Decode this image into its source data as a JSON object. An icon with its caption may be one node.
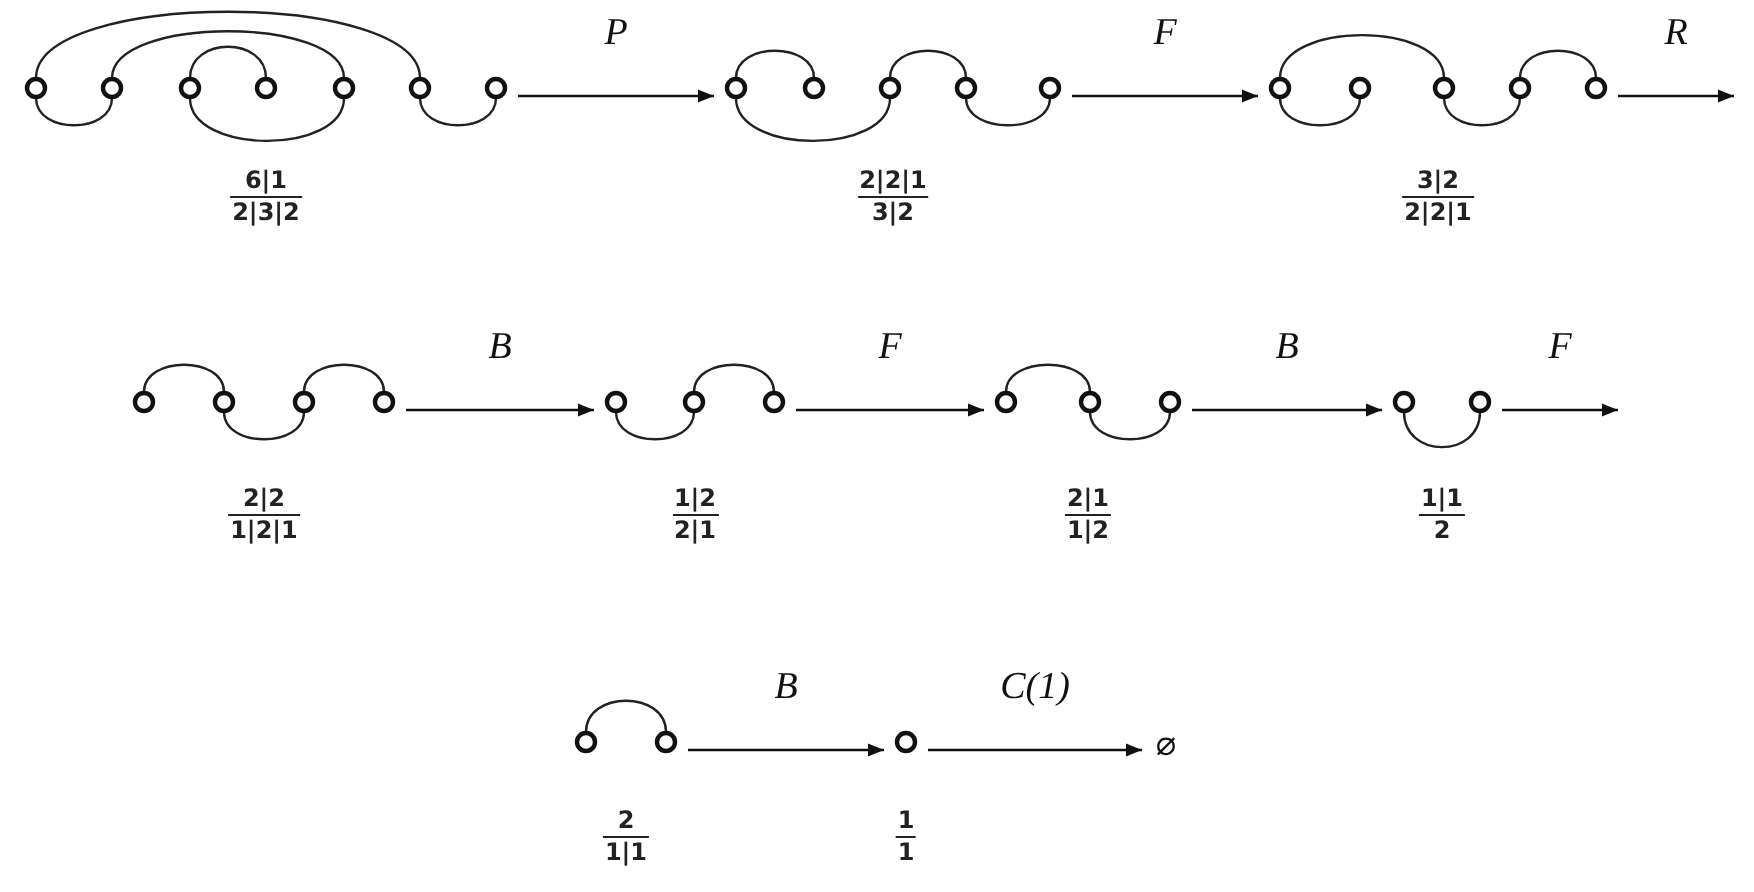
{
  "diagram": {
    "nodes": [
      {
        "text": [],
        "shape": "picture",
        "beside": [
          "6|1",
          "2|3|2"
        ]
      },
      {
        "text": [],
        "shape": "picture",
        "beside": [
          "2|2|1",
          "3|2"
        ]
      },
      {
        "text": [],
        "shape": "picture",
        "beside": [
          "3|2",
          "2|2|1"
        ]
      },
      {
        "text": [],
        "shape": "picture",
        "beside": [
          "2|2",
          "1|2|1"
        ]
      },
      {
        "text": [],
        "shape": "picture",
        "beside": [
          "1|2",
          "2|1"
        ]
      },
      {
        "text": [],
        "shape": "picture",
        "beside": [
          "2|1",
          "1|2"
        ]
      },
      {
        "text": [],
        "shape": "picture",
        "beside": [
          "1|1",
          "2"
        ]
      },
      {
        "text": [],
        "shape": "picture",
        "beside": [
          "2",
          "1|1"
        ]
      },
      {
        "text": [],
        "shape": "circle",
        "beside": [
          "1",
          "1"
        ]
      },
      {
        "text": [
          "∅"
        ]
      }
    ],
    "edges": [
      {
        "from": 0,
        "to": 1,
        "arrow": "to",
        "label": "P"
      },
      {
        "from": 1,
        "to": 2,
        "arrow": "to",
        "label": "F"
      },
      {
        "from": 2,
        "to": null,
        "arrow": "to",
        "label": "R"
      },
      {
        "from": 3,
        "to": 4,
        "arrow": "to",
        "label": "B"
      },
      {
        "from": 4,
        "to": 5,
        "arrow": "to",
        "label": "F"
      },
      {
        "from": 5,
        "to": 6,
        "arrow": "to",
        "label": "B"
      },
      {
        "from": 6,
        "to": null,
        "arrow": "to",
        "label": "F"
      },
      {
        "from": 7,
        "to": 8,
        "arrow": "to",
        "label": "B"
      },
      {
        "from": 8,
        "to": 9,
        "arrow": "to",
        "label": "C(1)"
      }
    ]
  }
}
